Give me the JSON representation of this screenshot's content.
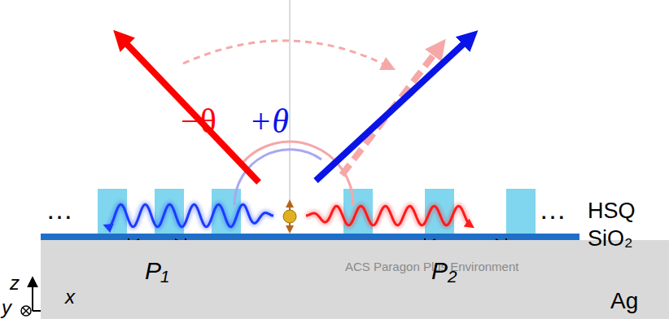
{
  "diagram": {
    "nodes": [
      {
        "text": [
          "Ag"
        ]
      }
    ],
    "labels": [
      "−θ",
      "+θ",
      "…",
      "…",
      "HSQ",
      "SiO₂",
      "P₁",
      "ACS Paragon Plus Environment",
      "P₂",
      "z",
      "x",
      "y"
    ]
  }
}
